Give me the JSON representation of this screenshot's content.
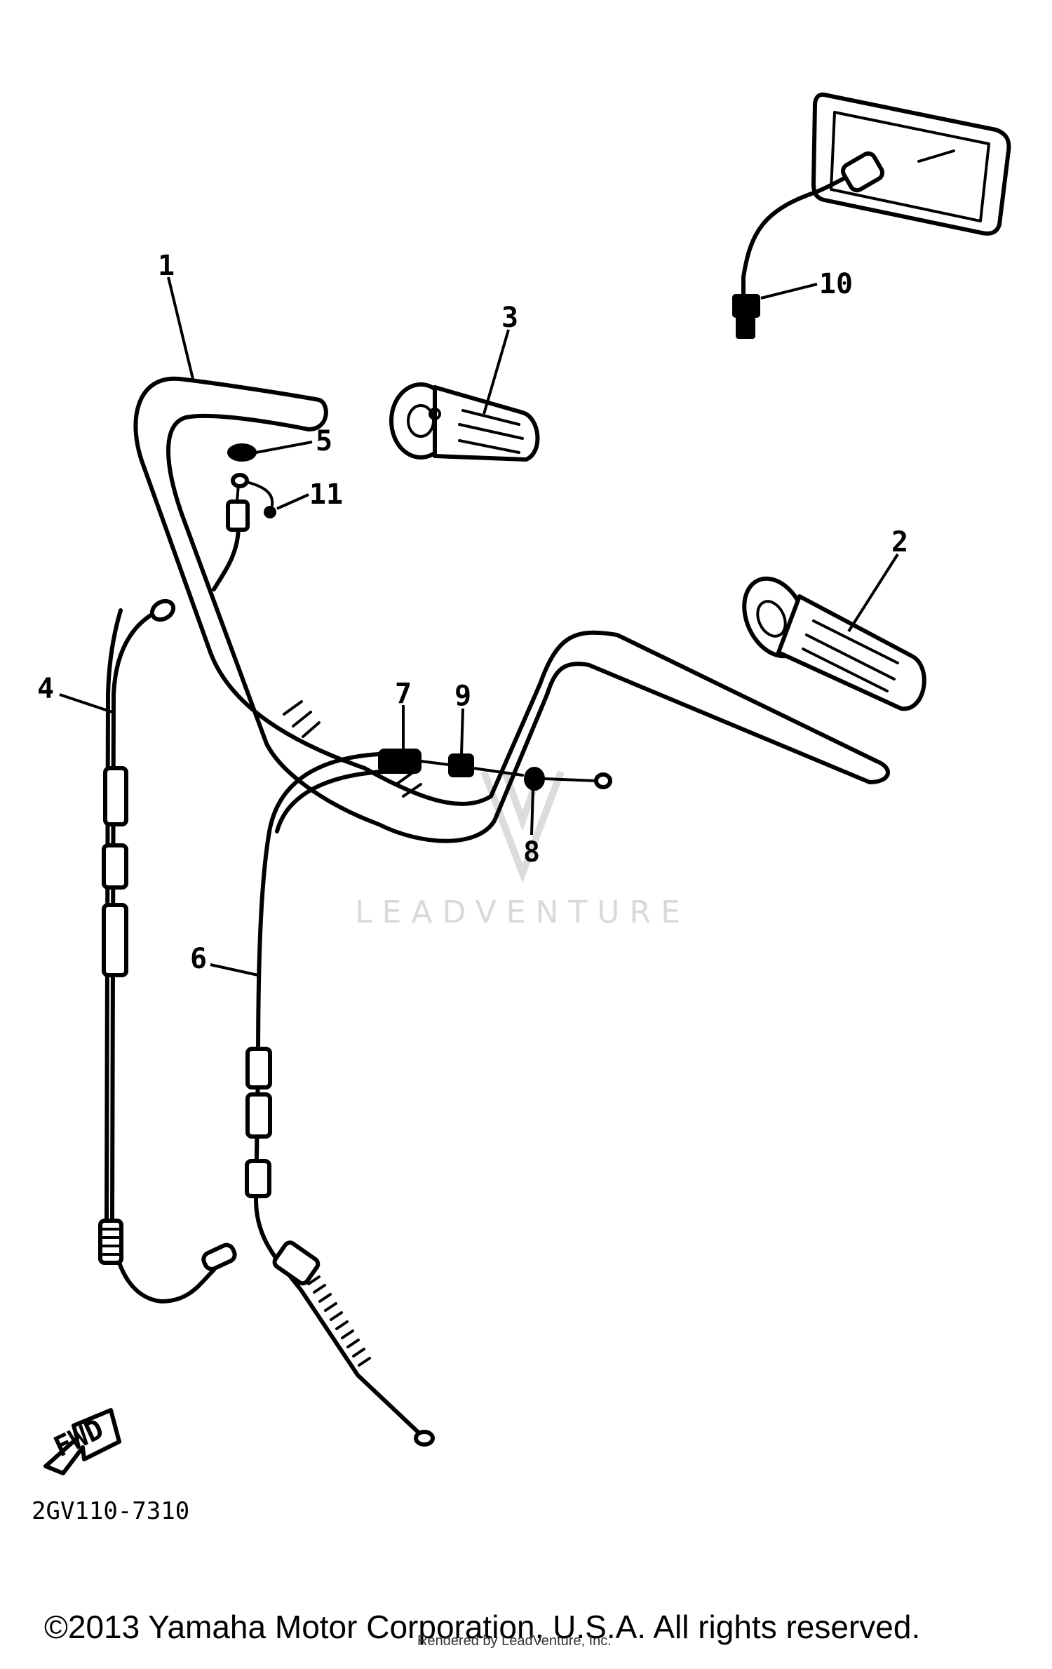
{
  "diagram": {
    "code": "2GV110-7310",
    "fwd_arrow_label": "FWD",
    "watermark": "LEADVENTURE",
    "copyright": "©2013 Yamaha Motor Corporation, U.S.A. All rights reserved.",
    "rendered_by": "Rendered by LeadVenture, Inc."
  },
  "callouts": [
    {
      "id": "1",
      "label": "1",
      "part": "handlebar"
    },
    {
      "id": "2",
      "label": "2",
      "part": "grip-right"
    },
    {
      "id": "3",
      "label": "3",
      "part": "grip-left"
    },
    {
      "id": "4",
      "label": "4",
      "part": "clutch-cable"
    },
    {
      "id": "5",
      "label": "5",
      "part": "clutch-holder"
    },
    {
      "id": "6",
      "label": "6",
      "part": "throttle-cable"
    },
    {
      "id": "7",
      "label": "7",
      "part": "cable-adjuster"
    },
    {
      "id": "8",
      "label": "8",
      "part": "washer"
    },
    {
      "id": "9",
      "label": "9",
      "part": "locknut"
    },
    {
      "id": "10",
      "label": "10",
      "part": "rear-view-mirror"
    },
    {
      "id": "11",
      "label": "11",
      "part": "pin"
    }
  ]
}
